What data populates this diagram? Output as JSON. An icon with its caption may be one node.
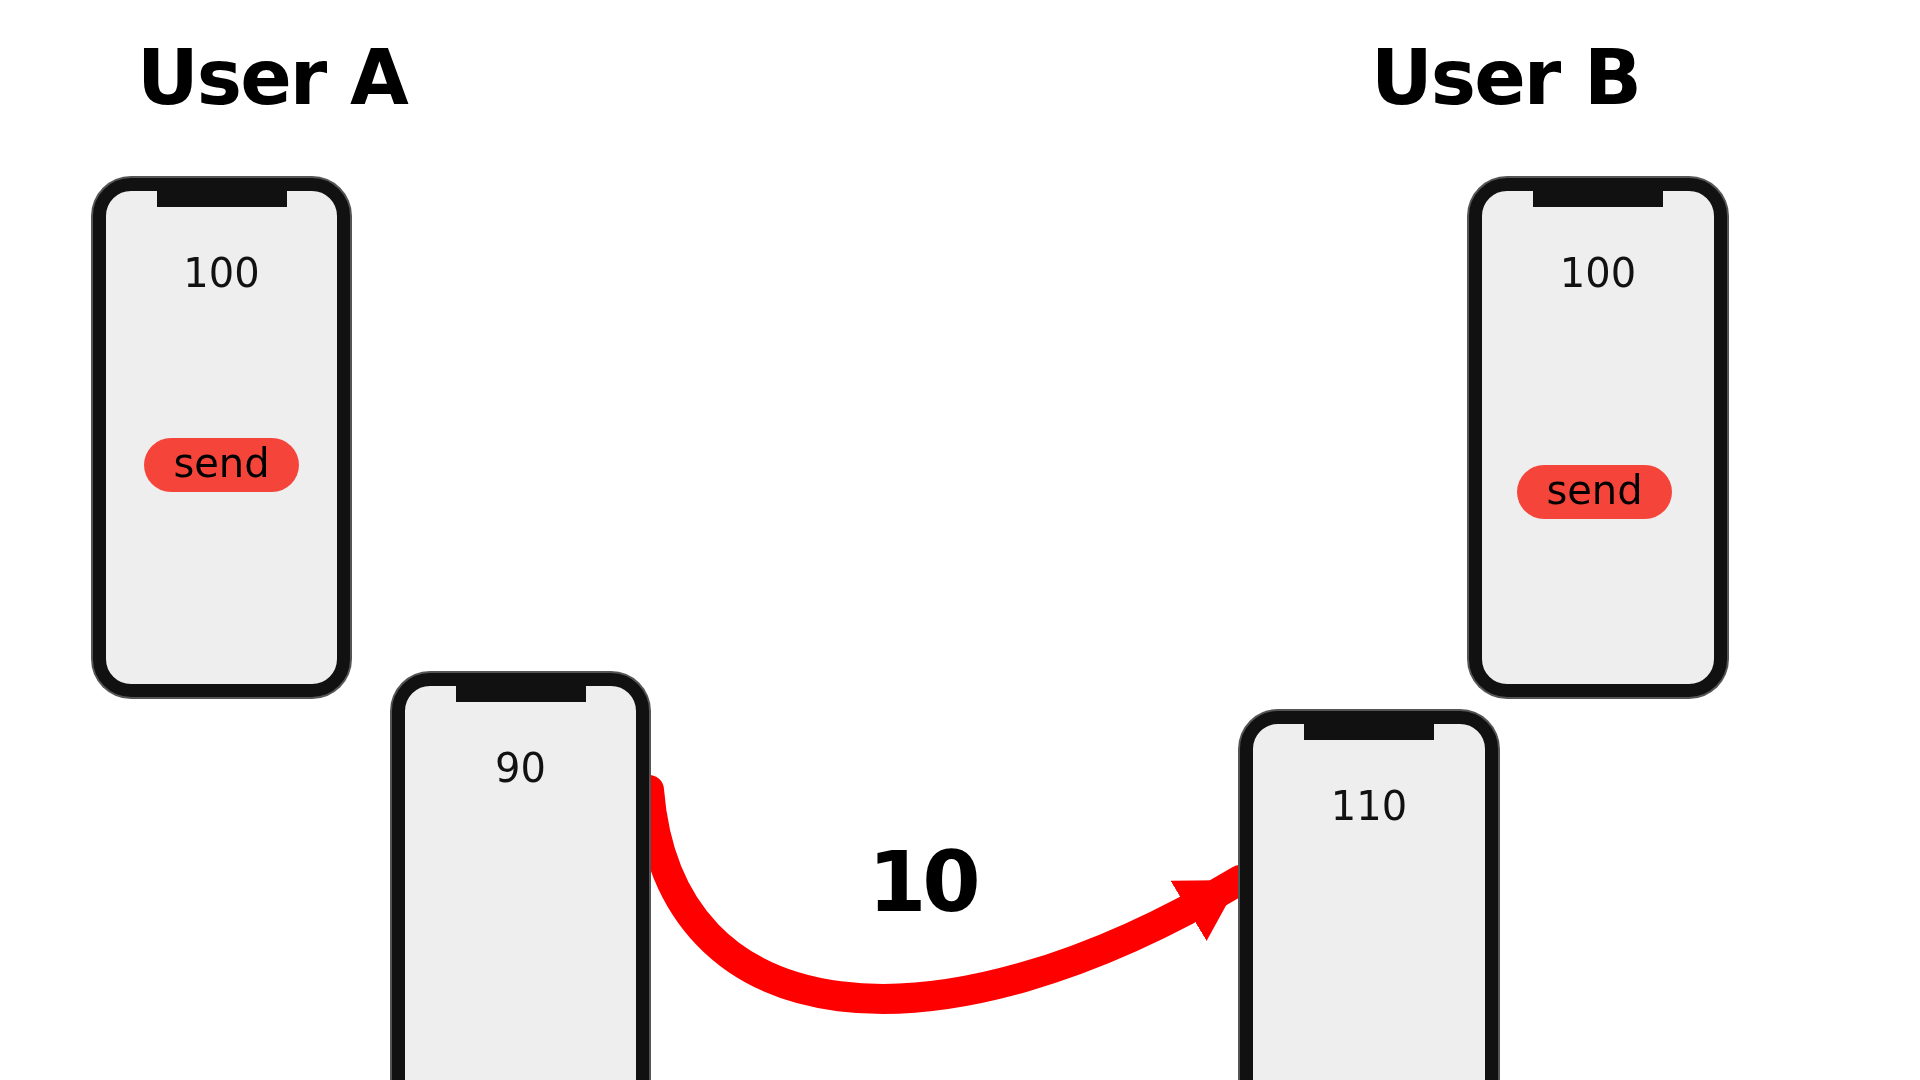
{
  "diagram": {
    "nodes": [
      {
        "text": [
          "100"
        ]
      },
      {
        "text": [
          "send"
        ],
        "in": 0
      },
      {
        "text": [
          "90"
        ]
      },
      {
        "text": [
          "110"
        ]
      },
      {
        "text": [
          "100"
        ]
      },
      {
        "text": [
          "send"
        ],
        "in": 4
      }
    ],
    "edges": [
      {
        "from": 2,
        "to": 3,
        "arrow": "to",
        "label": "10"
      }
    ],
    "labels": [
      "User A",
      "User B"
    ]
  }
}
